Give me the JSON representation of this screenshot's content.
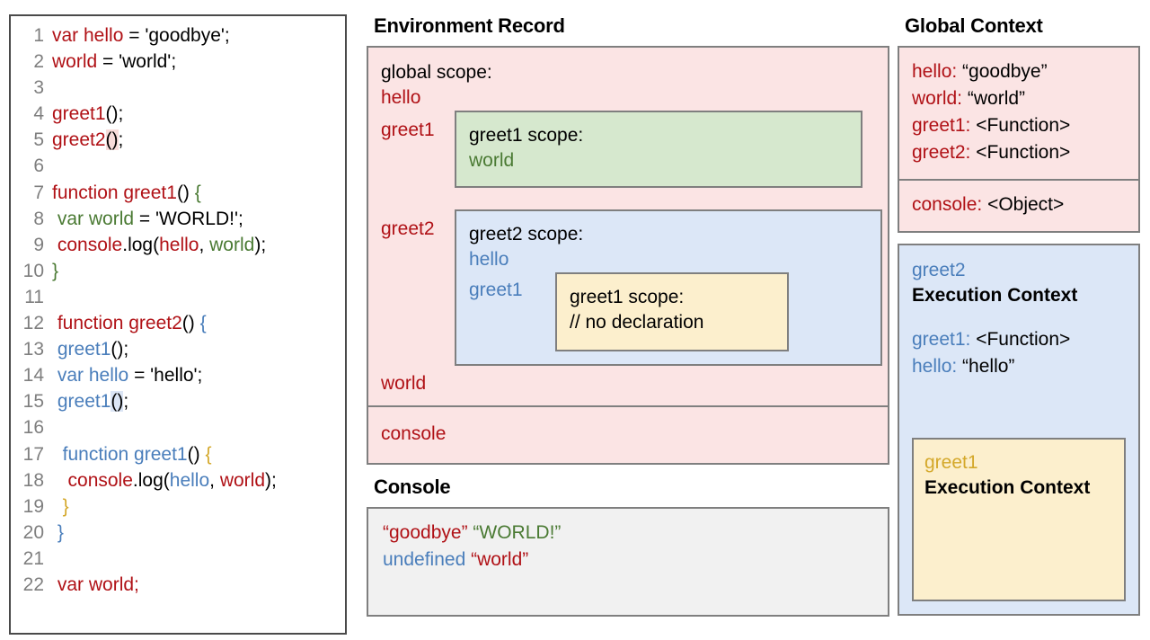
{
  "code_panel": {
    "name": "javascript-source-code",
    "lines": [
      {
        "n": "1",
        "tokens": [
          {
            "t": "var hello",
            "c": "red"
          },
          {
            "t": " = ",
            "c": "black"
          },
          {
            "t": "'goodbye';",
            "c": "black"
          }
        ]
      },
      {
        "n": "2",
        "tokens": [
          {
            "t": "world",
            "c": "red"
          },
          {
            "t": " = 'world';",
            "c": "black"
          }
        ]
      },
      {
        "n": "3",
        "tokens": []
      },
      {
        "n": "4",
        "tokens": [
          {
            "t": "greet1",
            "c": "red"
          },
          {
            "t": "();",
            "c": "black"
          }
        ]
      },
      {
        "n": "5",
        "tokens": [
          {
            "t": "greet2",
            "c": "red"
          },
          {
            "t": "()",
            "c": "black",
            "hl": "red"
          },
          {
            "t": ";",
            "c": "black"
          }
        ]
      },
      {
        "n": "6",
        "tokens": []
      },
      {
        "n": "7",
        "tokens": [
          {
            "t": "function greet1",
            "c": "red"
          },
          {
            "t": "() ",
            "c": "black"
          },
          {
            "t": "{",
            "c": "green"
          }
        ]
      },
      {
        "n": "8",
        "tokens": [
          {
            "t": " ",
            "c": "black"
          },
          {
            "t": "var world",
            "c": "green"
          },
          {
            "t": " = 'WORLD!';",
            "c": "black"
          }
        ]
      },
      {
        "n": "9",
        "tokens": [
          {
            "t": " ",
            "c": "black"
          },
          {
            "t": "console",
            "c": "red"
          },
          {
            "t": ".log(",
            "c": "black"
          },
          {
            "t": "hello",
            "c": "red"
          },
          {
            "t": ", ",
            "c": "black"
          },
          {
            "t": "world",
            "c": "green"
          },
          {
            "t": ");",
            "c": "black"
          }
        ]
      },
      {
        "n": "10",
        "tokens": [
          {
            "t": "}",
            "c": "green"
          }
        ]
      },
      {
        "n": "11",
        "tokens": []
      },
      {
        "n": "12",
        "tokens": [
          {
            "t": " ",
            "c": "black"
          },
          {
            "t": "function greet2",
            "c": "red"
          },
          {
            "t": "() ",
            "c": "black"
          },
          {
            "t": "{",
            "c": "blue"
          }
        ]
      },
      {
        "n": "13",
        "tokens": [
          {
            "t": " ",
            "c": "black"
          },
          {
            "t": "greet1",
            "c": "blue"
          },
          {
            "t": "();",
            "c": "black"
          }
        ]
      },
      {
        "n": "14",
        "tokens": [
          {
            "t": " ",
            "c": "black"
          },
          {
            "t": "var hello",
            "c": "blue"
          },
          {
            "t": " = 'hello';",
            "c": "black"
          }
        ]
      },
      {
        "n": "15",
        "tokens": [
          {
            "t": " ",
            "c": "black"
          },
          {
            "t": "greet1",
            "c": "blue"
          },
          {
            "t": "()",
            "c": "black",
            "hl": "blue"
          },
          {
            "t": ";",
            "c": "black"
          }
        ]
      },
      {
        "n": "16",
        "tokens": []
      },
      {
        "n": "17",
        "tokens": [
          {
            "t": "  ",
            "c": "black"
          },
          {
            "t": "function greet1",
            "c": "blue"
          },
          {
            "t": "() ",
            "c": "black"
          },
          {
            "t": "{",
            "c": "gold"
          }
        ]
      },
      {
        "n": "18",
        "tokens": [
          {
            "t": "   ",
            "c": "black"
          },
          {
            "t": "console",
            "c": "red"
          },
          {
            "t": ".log(",
            "c": "black"
          },
          {
            "t": "hello",
            "c": "blue"
          },
          {
            "t": ", ",
            "c": "black"
          },
          {
            "t": "world",
            "c": "red"
          },
          {
            "t": ");",
            "c": "black"
          }
        ]
      },
      {
        "n": "19",
        "tokens": [
          {
            "t": "  ",
            "c": "black"
          },
          {
            "t": "}",
            "c": "gold"
          }
        ]
      },
      {
        "n": "20",
        "tokens": [
          {
            "t": " ",
            "c": "black"
          },
          {
            "t": "}",
            "c": "blue"
          }
        ]
      },
      {
        "n": "21",
        "tokens": []
      },
      {
        "n": "22",
        "tokens": [
          {
            "t": " ",
            "c": "black"
          },
          {
            "t": "var world;",
            "c": "red"
          }
        ]
      }
    ]
  },
  "environment_record": {
    "title": "Environment Record",
    "global_scope_header": "global scope:",
    "global_entries_top": [
      "hello",
      "greet1"
    ],
    "greet1_scope": {
      "tag": "greet1",
      "header": "greet1 scope:",
      "entries": [
        "world"
      ]
    },
    "greet2_scope": {
      "tag": "greet2",
      "header": "greet2 scope:",
      "entries": [
        "hello",
        "greet1"
      ],
      "nested_tag": "greet1",
      "nested": {
        "header": "greet1 scope:",
        "entries": [
          "// no declaration"
        ]
      }
    },
    "global_entries_bottom": [
      "world"
    ],
    "console_entry": "console"
  },
  "console_panel": {
    "title": "Console",
    "lines": [
      [
        {
          "t": "“goodbye” ",
          "c": "red"
        },
        {
          "t": "“WORLD!”",
          "c": "green"
        }
      ],
      [
        {
          "t": "undefined ",
          "c": "blue"
        },
        {
          "t": "“world”",
          "c": "red"
        }
      ]
    ]
  },
  "global_context": {
    "title": "Global Context",
    "group_one": [
      {
        "key": "hello: ",
        "val": "“goodbye”",
        "c": "red"
      },
      {
        "key": "world: ",
        "val": "“world”",
        "c": "red"
      },
      {
        "key": "greet1: ",
        "val": "<Function>",
        "c": "red"
      },
      {
        "key": "greet2: ",
        "val": "<Function>",
        "c": "red"
      }
    ],
    "group_two": [
      {
        "key": "console: ",
        "val": "<Object>",
        "c": "red"
      }
    ]
  },
  "greet2_execution_context": {
    "name": "greet2",
    "title": "Execution Context",
    "entries": [
      {
        "key": "greet1: ",
        "val": "<Function>",
        "c": "blue"
      },
      {
        "key": "hello: ",
        "val": "“hello”",
        "c": "blue"
      }
    ],
    "inner": {
      "name": "greet1",
      "title": "Execution Context"
    }
  },
  "colors": {
    "global_red": "#b01116",
    "greet1_green": "#4a7a33",
    "greet2_blue": "#4a7ebb",
    "inner_gold": "#d4a82a",
    "pink_bg": "#fbe4e4",
    "green_bg": "#d6e8ce",
    "blue_bg": "#dce7f7",
    "yellow_bg": "#fcefcd",
    "gray_bg": "#f1f1f1",
    "border_gray": "#7f7f7f",
    "line_number_gray": "#7f7f7f"
  }
}
